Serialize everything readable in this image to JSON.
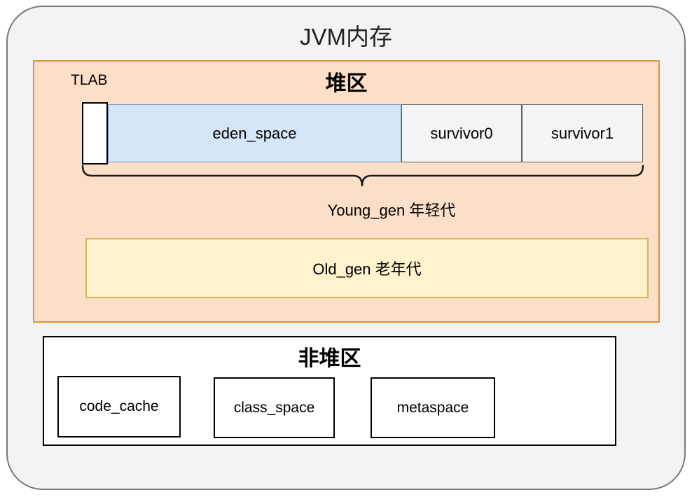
{
  "title": "JVM内存",
  "heap": {
    "label": "堆区",
    "tlab": "TLAB",
    "eden": "eden_space",
    "survivor0": "survivor0",
    "survivor1": "survivor1",
    "young_gen": "Young_gen 年轻代",
    "old_gen": "Old_gen 老年代"
  },
  "non_heap": {
    "label": "非堆区",
    "items": [
      "code_cache",
      "class_space",
      "metaspace"
    ]
  },
  "colors": {
    "container_fill": "#f3f3f5",
    "container_stroke": "#7a7a7a",
    "heap_fill": "#fcdfc8",
    "heap_stroke": "#d8963c",
    "eden_fill": "#d6e6f9",
    "eden_stroke": "#6c8ebf",
    "survivor_fill": "#f5f5f5",
    "survivor_stroke": "#5f5f5f",
    "tlab_fill": "#ffffff",
    "tlab_stroke": "#000000",
    "old_gen_fill": "#fff2cc",
    "old_gen_stroke": "#d6b656",
    "non_heap_fill": "#ffffff",
    "non_heap_stroke": "#000000",
    "brace_stroke": "#1a1a1a",
    "text": "#111111"
  }
}
